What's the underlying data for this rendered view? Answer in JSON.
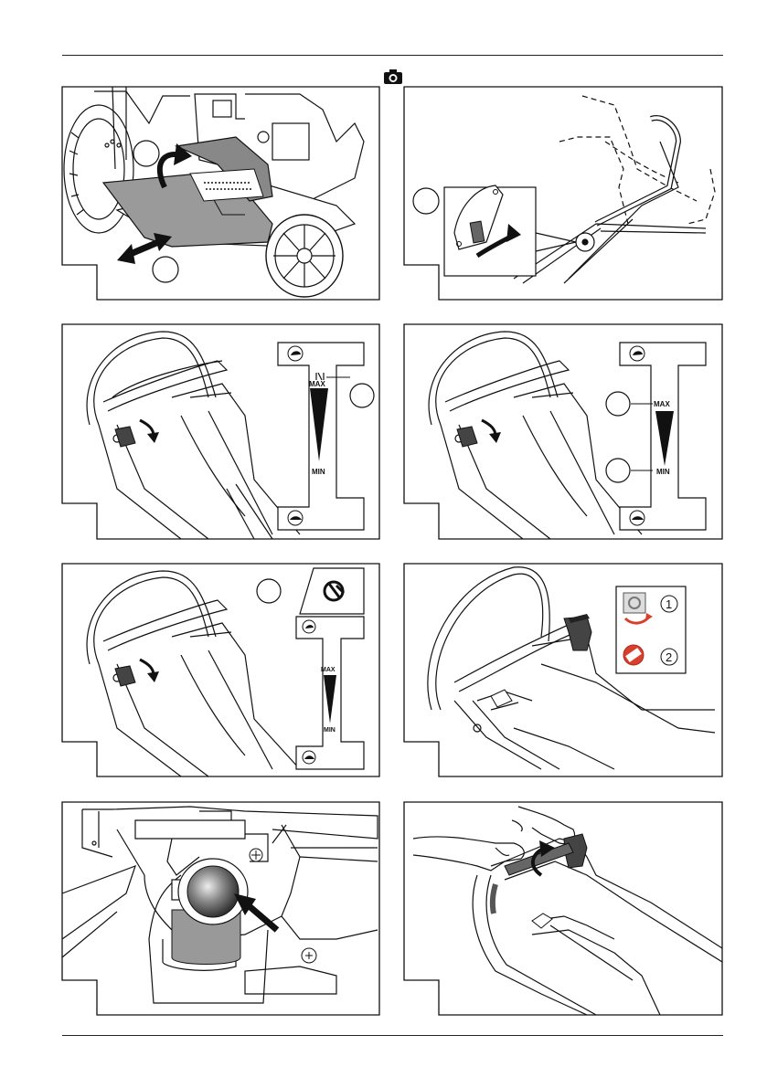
{
  "page": {
    "camera_icon": "camera-icon"
  },
  "panels": {
    "p3": {
      "max_label": "MAX",
      "min_label": "MIN"
    },
    "p4": {
      "max_label": "MAX",
      "min_label": "MIN"
    },
    "p5": {
      "max_label": "MAX",
      "min_label": "MIN"
    },
    "p6": {
      "step1": "1",
      "step2": "2"
    }
  },
  "colors": {
    "stroke": "#111111",
    "fill_grey": "#9a9a9a",
    "dark_grey": "#555555",
    "accent_red": "#d8402c",
    "panel_bg": "#ffffff"
  }
}
